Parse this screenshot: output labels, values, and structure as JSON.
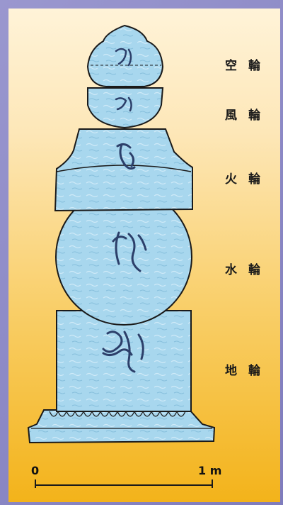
{
  "labels": {
    "kurin": "空輪",
    "fuurin": "風輪",
    "karin": "火輪",
    "suirin": "水輪",
    "chirin": "地輪"
  },
  "scale": {
    "start": "0",
    "end": "1 m"
  },
  "colors": {
    "stone": "#a9d8f0",
    "outline": "#1a1a1a",
    "sanskrit": "#2c3f6a"
  }
}
